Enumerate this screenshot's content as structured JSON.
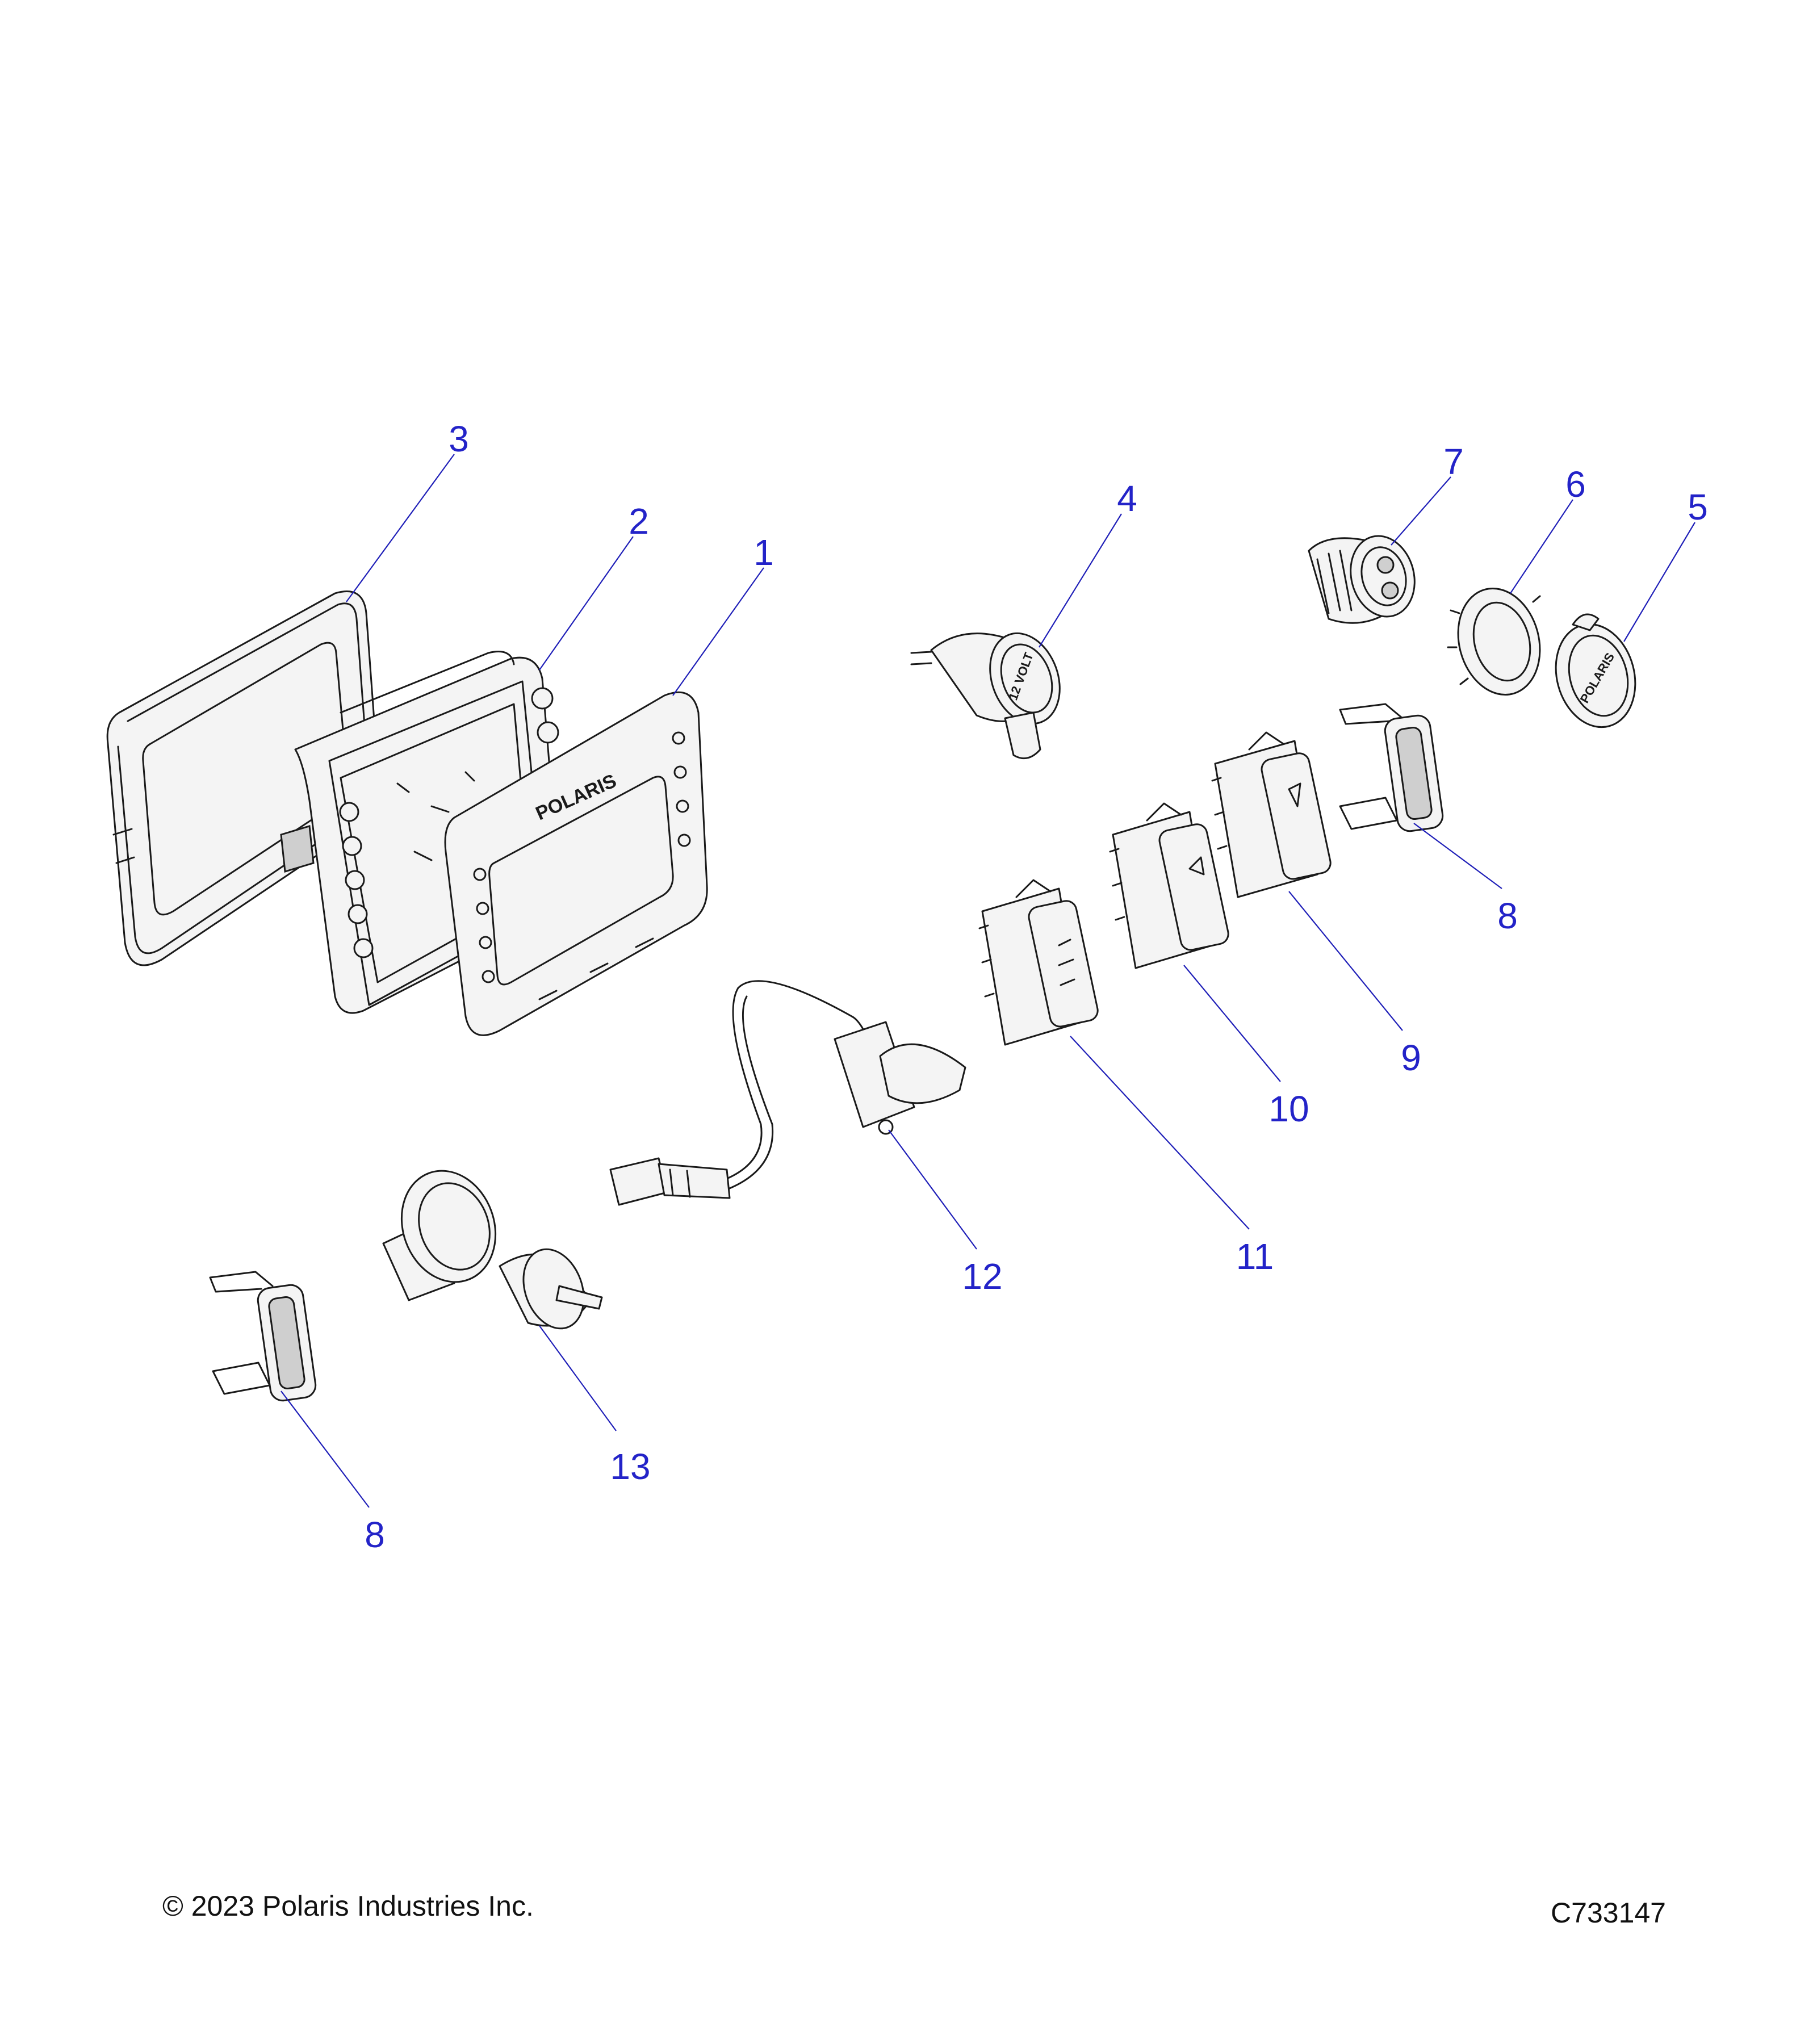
{
  "callouts": [
    {
      "id": "c1",
      "label": "1"
    },
    {
      "id": "c2",
      "label": "2"
    },
    {
      "id": "c3",
      "label": "3"
    },
    {
      "id": "c4",
      "label": "4"
    },
    {
      "id": "c5",
      "label": "5"
    },
    {
      "id": "c6",
      "label": "6"
    },
    {
      "id": "c7",
      "label": "7"
    },
    {
      "id": "c8a",
      "label": "8"
    },
    {
      "id": "c9",
      "label": "9"
    },
    {
      "id": "c10",
      "label": "10"
    },
    {
      "id": "c11",
      "label": "11"
    },
    {
      "id": "c12",
      "label": "12"
    },
    {
      "id": "c13",
      "label": "13"
    },
    {
      "id": "c8b",
      "label": "8"
    }
  ],
  "part_markings": {
    "bezel_logo": "POLARIS",
    "socket_label": "12 VOLT",
    "cap_logo": "POLARIS"
  },
  "footer": {
    "copyright": "© 2023 Polaris Industries Inc.",
    "drawing_number": "C733147"
  },
  "colors": {
    "callout": "#2323c8",
    "line_art": "#1a1a1a"
  }
}
